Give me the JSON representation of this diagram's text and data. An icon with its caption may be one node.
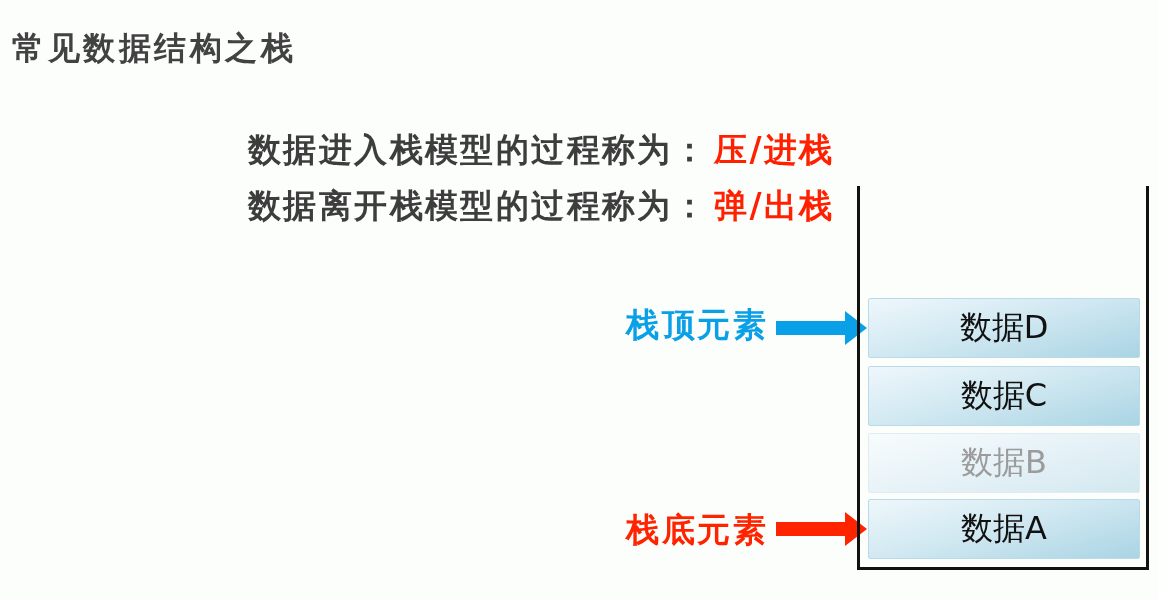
{
  "diagram": {
    "title": "常见数据结构之栈",
    "nodes": [
      {
        "text": [],
        "shape": "box"
      },
      {
        "text": [
          "数据D"
        ],
        "in": 0
      },
      {
        "text": [
          "数据C"
        ],
        "in": 0
      },
      {
        "text": [
          "数据B"
        ],
        "in": 0
      },
      {
        "text": [
          "数据A"
        ],
        "in": 0
      },
      {
        "text": [
          "栈顶元素"
        ]
      },
      {
        "text": [
          "栈底元素"
        ]
      }
    ],
    "edges": [
      {
        "from": 5,
        "to": 1,
        "arrow": "to",
        "color": "#0aa0e8"
      },
      {
        "from": 6,
        "to": 4,
        "arrow": "to",
        "color": "#ff2400"
      }
    ],
    "labels": [
      "数据进入栈模型的过程称为：",
      "压/进栈",
      "数据离开栈模型的过程称为：",
      "弹/出栈"
    ]
  }
}
